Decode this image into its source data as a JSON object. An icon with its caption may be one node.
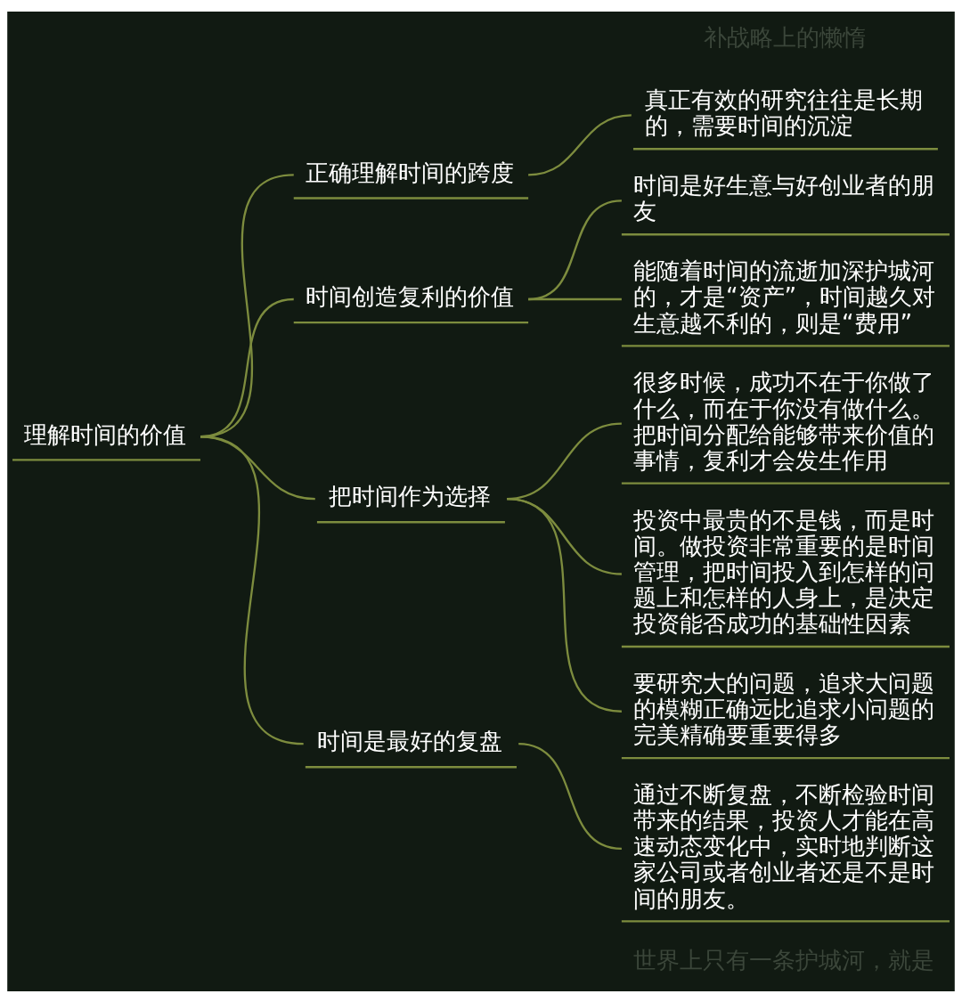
{
  "diagram": {
    "nodes": [
      {
        "text": [
          "理解时间的价值"
        ]
      },
      {
        "text": [
          "正确理解时间的跨度"
        ]
      },
      {
        "text": [
          "真正有效的研究往往是长期的，需要时间的沉淀"
        ]
      },
      {
        "text": [
          "时间创造复利的价值"
        ]
      },
      {
        "text": [
          "时间是好生意与好创业者的朋友"
        ]
      },
      {
        "text": [
          "能随着时间的流逝加深护城河的，才是“资产”，时间越久对生意越不利的，则是“费用”"
        ]
      },
      {
        "text": [
          "把时间作为选择"
        ]
      },
      {
        "text": [
          "很多时候，成功不在于你做了什么，而在于你没有做什么。把时间分配给能够带来价值的事情，复利才会发生作用"
        ]
      },
      {
        "text": [
          "投资中最贵的不是钱，而是时间。做投资非常重要的是时间管理，把时间投入到怎样的问题上和怎样的人身上，是决定投资能否成功的基础性因素"
        ]
      },
      {
        "text": [
          "要研究大的问题，追求大问题的模糊正确远比追求小问题的完美精确要重要得多"
        ]
      },
      {
        "text": [
          "时间是最好的复盘"
        ]
      },
      {
        "text": [
          "通过不断复盘，不断检验时间带来的结果，投资人才能在高速动态变化中，实时地判断这家公司或者创业者还是不是时间的朋友。"
        ]
      }
    ],
    "edges": [
      {
        "from": 0,
        "to": 1,
        "arrow": "none"
      },
      {
        "from": 1,
        "to": 2,
        "arrow": "none"
      },
      {
        "from": 0,
        "to": 3,
        "arrow": "none"
      },
      {
        "from": 3,
        "to": 4,
        "arrow": "none"
      },
      {
        "from": 3,
        "to": 5,
        "arrow": "none"
      },
      {
        "from": 0,
        "to": 6,
        "arrow": "none"
      },
      {
        "from": 6,
        "to": 7,
        "arrow": "none"
      },
      {
        "from": 6,
        "to": 8,
        "arrow": "none"
      },
      {
        "from": 6,
        "to": 9,
        "arrow": "none"
      },
      {
        "from": 0,
        "to": 10,
        "arrow": "none"
      },
      {
        "from": 10,
        "to": 11,
        "arrow": "none"
      }
    ],
    "labels": [
      "补战略上的懒惰",
      "世界上只有一条护城河，就是"
    ]
  }
}
